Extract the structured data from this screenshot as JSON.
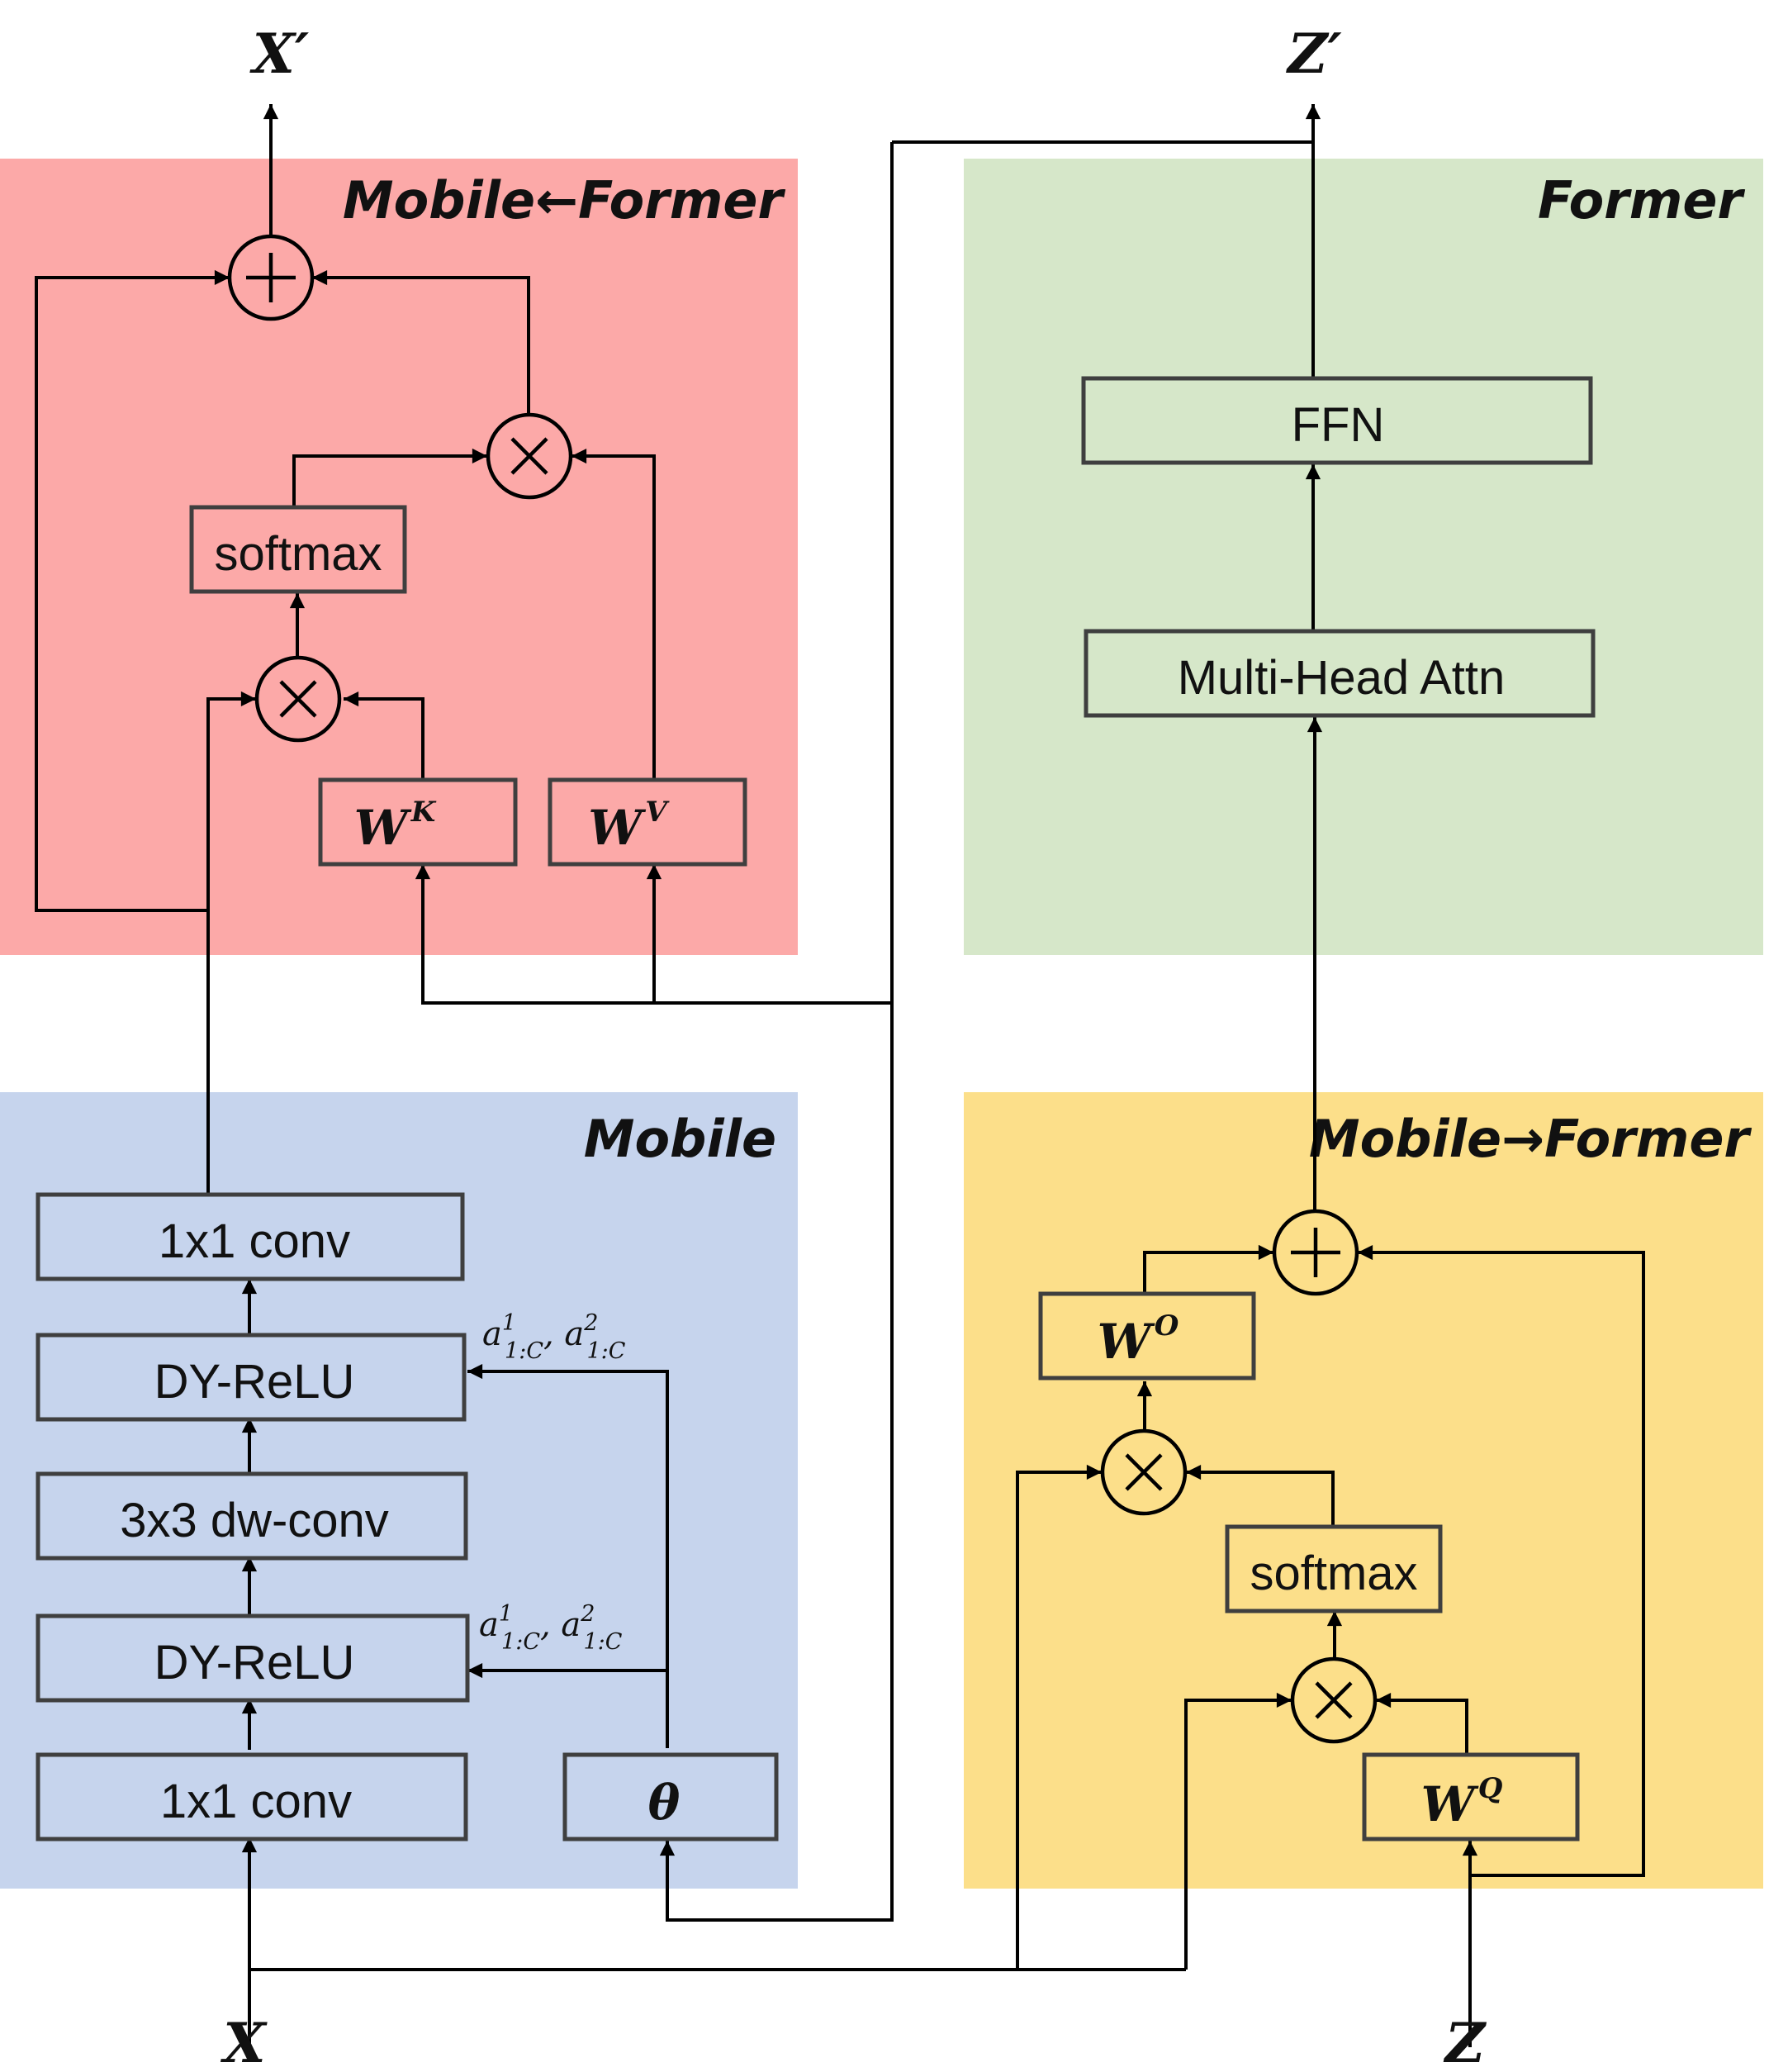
{
  "regions": {
    "mobile_former": {
      "title": "Mobile←Former",
      "color": "#fca9a8"
    },
    "former": {
      "title": "Former",
      "color": "#d6e7c9"
    },
    "mobile": {
      "title": "Mobile",
      "color": "#c6d4ed"
    },
    "mobile_to_former": {
      "title": "Mobile→Former",
      "color": "#fcdf8a"
    }
  },
  "blocks": {
    "ffn": "FFN",
    "mha": "Multi-Head Attn",
    "softmax_top": "softmax",
    "softmax_bottom": "softmax",
    "conv1x1_top": "1x1 conv",
    "dyrelu_top": "DY-ReLU",
    "dwconv": "3x3 dw-conv",
    "dyrelu_bottom": "DY-ReLU",
    "conv1x1_bottom": "1x1 conv",
    "theta": "θ",
    "wk": {
      "base": "W",
      "sup": "K"
    },
    "wv": {
      "base": "W",
      "sup": "V"
    },
    "wo": {
      "base": "W",
      "sup": "O"
    },
    "wq": {
      "base": "W",
      "sup": "Q"
    }
  },
  "io": {
    "x_out": "X′",
    "z_out": "Z′",
    "x_in": "X",
    "z_in": "Z"
  },
  "annotations": {
    "dyrelu_params_top": {
      "a1": "a",
      "a1_sup": "1",
      "a1_sub": "1:C",
      "sep": ", ",
      "a2": "a",
      "a2_sup": "2",
      "a2_sub": "1:C"
    },
    "dyrelu_params_bottom": {
      "a1": "a",
      "a1_sup": "1",
      "a1_sub": "1:C",
      "sep": ", ",
      "a2": "a",
      "a2_sup": "2",
      "a2_sub": "1:C"
    }
  },
  "operators": {
    "add_top": "plus-operator",
    "mul_top_right": "times-operator",
    "mul_top_left": "times-operator",
    "add_bottom": "plus-operator",
    "mul_bottom_top": "times-operator",
    "mul_bottom_low": "times-operator"
  }
}
